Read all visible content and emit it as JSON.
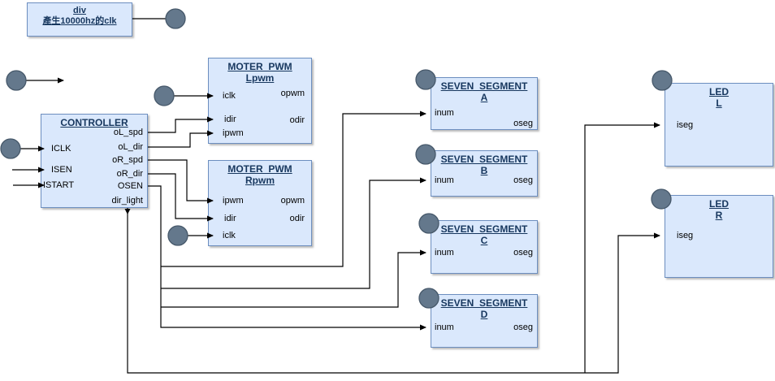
{
  "diagram_title": "motor controller block diagram",
  "colors": {
    "block_fill": "#dae8fc",
    "block_border": "#6c8ebf",
    "title_text": "#17375e",
    "port_text": "#000000",
    "wire": "#000000",
    "connector_dot_fill": "#64788c",
    "connector_dot_border": "#46586a",
    "background": "#ffffff"
  },
  "blocks": {
    "div": {
      "title": "div",
      "subtitle": "產生10000hz的clk"
    },
    "controller": {
      "title": "CONTROLLER",
      "inputs": [
        "ICLK",
        "ISEN",
        "ISTART"
      ],
      "outputs": [
        "oL_spd",
        "oL_dir",
        "oR_spd",
        "oR_dir",
        "OSEN",
        "dir_light"
      ]
    },
    "pwm_l": {
      "title": "MOTER_PWM",
      "subtitle": "Lpwm",
      "inputs": [
        "iclk",
        "idir",
        "ipwm"
      ],
      "outputs": [
        "opwm",
        "odir"
      ]
    },
    "pwm_r": {
      "title": "MOTER_PWM",
      "subtitle": "Rpwm",
      "inputs": [
        "ipwm",
        "idir",
        "iclk"
      ],
      "outputs": [
        "opwm",
        "odir"
      ]
    },
    "seg_a": {
      "title": "SEVEN_SEGMENT",
      "subtitle": "A",
      "inputs": [
        "inum"
      ],
      "outputs": [
        "oseg"
      ]
    },
    "seg_b": {
      "title": "SEVEN_SEGMENT",
      "subtitle": "B",
      "inputs": [
        "inum"
      ],
      "outputs": [
        "oseg"
      ]
    },
    "seg_c": {
      "title": "SEVEN_SEGMENT",
      "subtitle": "C",
      "inputs": [
        "inum"
      ],
      "outputs": [
        "oseg"
      ]
    },
    "seg_d": {
      "title": "SEVEN_SEGMENT",
      "subtitle": "D",
      "inputs": [
        "inum"
      ],
      "outputs": [
        "oseg"
      ]
    },
    "led_l": {
      "title": "LED",
      "subtitle": "L",
      "inputs": [
        "iseg"
      ]
    },
    "led_r": {
      "title": "LED",
      "subtitle": "R",
      "inputs": [
        "iseg"
      ]
    }
  },
  "connections": [
    {
      "from": "div",
      "to": "connector-dot"
    },
    {
      "from": "connector-dot",
      "to": "CONTROLLER.ICLK"
    },
    {
      "from": "external",
      "to": "CONTROLLER.ISEN"
    },
    {
      "from": "external",
      "to": "CONTROLLER.ISTART"
    },
    {
      "from": "CONTROLLER.oL_spd",
      "to": "MOTER_PWM_Lpwm.idir"
    },
    {
      "from": "CONTROLLER.oL_dir",
      "to": "MOTER_PWM_Lpwm.ipwm"
    },
    {
      "from": "CONTROLLER.oR_spd",
      "to": "MOTER_PWM_Rpwm.ipwm"
    },
    {
      "from": "CONTROLLER.oR_dir",
      "to": "MOTER_PWM_Rpwm.idir"
    },
    {
      "from": "connector-dot",
      "to": "MOTER_PWM_Lpwm.iclk"
    },
    {
      "from": "connector-dot",
      "to": "MOTER_PWM_Rpwm.iclk"
    },
    {
      "from": "CONTROLLER.OSEN",
      "to": "SEVEN_SEGMENT_A.inum"
    },
    {
      "from": "CONTROLLER.OSEN",
      "to": "SEVEN_SEGMENT_B.inum"
    },
    {
      "from": "CONTROLLER.OSEN",
      "to": "SEVEN_SEGMENT_C.inum"
    },
    {
      "from": "CONTROLLER.OSEN",
      "to": "SEVEN_SEGMENT_D.inum"
    },
    {
      "from": "CONTROLLER.dir_light",
      "to": "LED_L.iseg"
    },
    {
      "from": "CONTROLLER.dir_light",
      "to": "LED_R.iseg"
    }
  ]
}
